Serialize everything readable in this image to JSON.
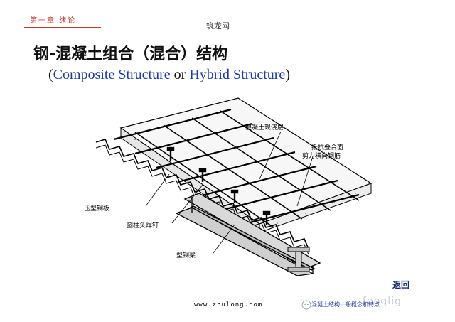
{
  "header": {
    "chapter_label": "第一章  绪论",
    "site_name": "筑龙网"
  },
  "title": {
    "chinese": "钢-混凝土组合（混合）结构",
    "en_open": "(",
    "en_composite": "Composite Structure",
    "en_or": " or ",
    "en_hybrid": "Hybrid Structure",
    "en_close": ")"
  },
  "diagram": {
    "labels": {
      "cast_in_place_concrete": "混凝土现浇层",
      "anti_shear_line1": "抵抗叠合面",
      "anti_shear_line2": "剪力横向钢筋",
      "profiled_sheet": "压型钢板",
      "stud": "圆柱头焊钉",
      "steel_beam": "型钢梁"
    }
  },
  "footer": {
    "url": "www.zhulong.com",
    "back_button": "返回",
    "watermark_caption": "混凝土结构一般概念和特点",
    "watermark_ghost": "fenglig"
  },
  "colors": {
    "accent_red": "#c0392b",
    "title_blue": "#1f3c99",
    "back_blue": "#17306b"
  }
}
